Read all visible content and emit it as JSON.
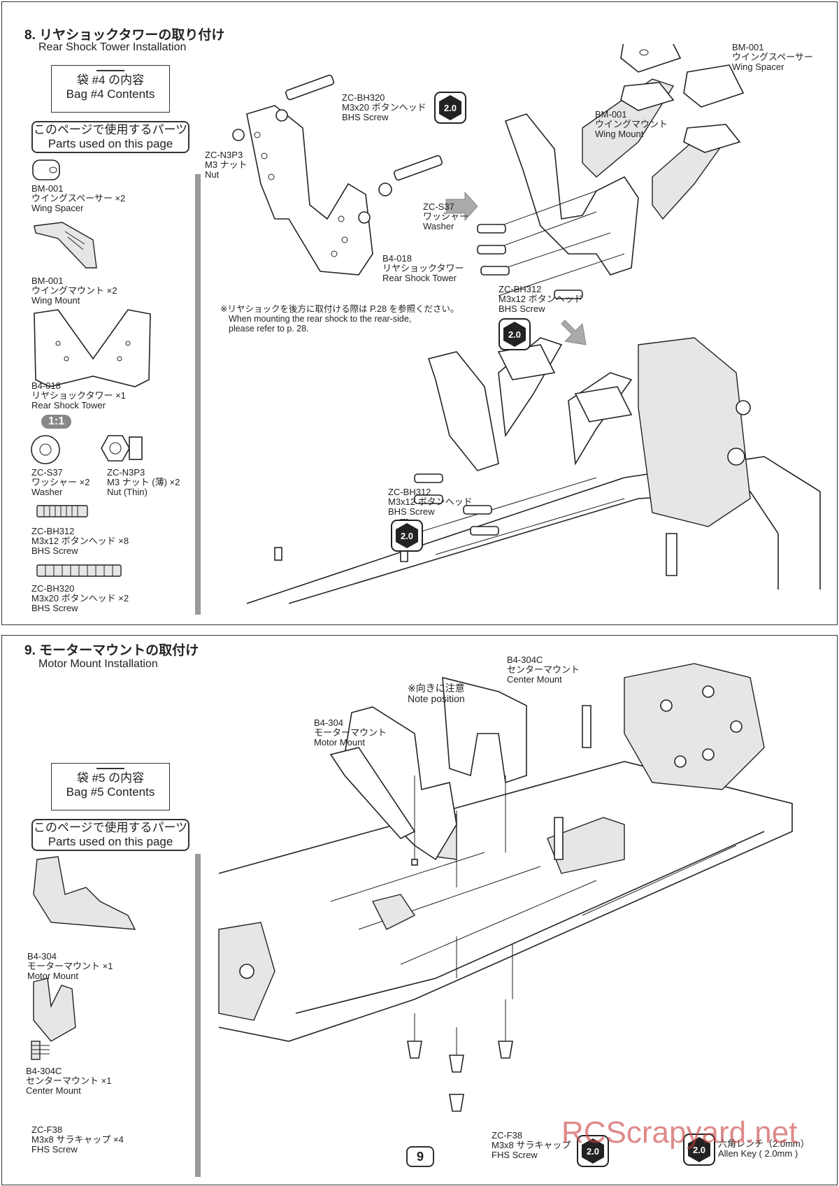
{
  "step8": {
    "title": "8. リヤショックタワーの取り付け",
    "subtitle": "Rear Shock Tower Installation",
    "bag_title": "袋 #4 の内容",
    "bag_en": "Bag #4 Contents",
    "used_jp": "このページで使用するパーツ",
    "used_en": "Parts used on this page",
    "parts": [
      {
        "code": "BM-001",
        "jp": "ウイングスペーサー ×2",
        "en": "Wing Spacer"
      },
      {
        "code": "BM-001",
        "jp": "ウイングマウント ×2",
        "en": "Wing Mount"
      },
      {
        "code": "B4-018",
        "jp": "リヤショックタワー ×1",
        "en": "Rear Shock Tower"
      },
      {
        "code": "ZC-S37",
        "jp": "ワッシャー ×2",
        "en": "Washer"
      },
      {
        "code": "ZC-N3P3",
        "jp": "M3 ナット (薄) ×2",
        "en": "Nut (Thin)"
      },
      {
        "code": "ZC-BH312",
        "jp": "M3x12 ボタンヘッド ×8",
        "en": "BHS Screw"
      },
      {
        "code": "ZC-BH320",
        "jp": "M3x20 ボタンヘッド ×2",
        "en": "BHS Screw"
      }
    ],
    "scale": "1:1",
    "callouts": {
      "bh320": {
        "code": "ZC-BH320",
        "jp": "M3x20 ボタンヘッド",
        "en": "BHS Screw"
      },
      "n3p3": {
        "code": "ZC-N3P3",
        "jp": "M3 ナット",
        "en": "Nut"
      },
      "s37": {
        "code": "ZC-S37",
        "jp": "ワッシャー",
        "en": "Washer"
      },
      "b4018": {
        "code": "B4-018",
        "jp": "リヤショックタワー",
        "en": "Rear Shock Tower"
      },
      "spacer": {
        "code": "BM-001",
        "jp": "ウイングスペーサー",
        "en": "Wing Spacer"
      },
      "mount": {
        "code": "BM-001",
        "jp": "ウイングマウント",
        "en": "Wing Mount"
      },
      "bh312a": {
        "code": "ZC-BH312",
        "jp": "M3x12 ボタンヘッド",
        "en": "BHS Screw"
      },
      "bh312b": {
        "code": "ZC-BH312",
        "jp": "M3x12 ボタンヘッド",
        "en": "BHS Screw"
      }
    },
    "note_jp": "※リヤショックを後方に取付ける際は P.28 を参照ください。",
    "note_en1": "When mounting the rear shock to the rear-side,",
    "note_en2": "please refer to p. 28.",
    "tool": "2.0"
  },
  "step9": {
    "title": "9. モーターマウントの取付け",
    "subtitle": "Motor Mount Installation",
    "bag_title": "袋 #5 の内容",
    "bag_en": "Bag #5 Contents",
    "used_jp": "このページで使用するパーツ",
    "used_en": "Parts used on this page",
    "parts": [
      {
        "code": "B4-304",
        "jp": "モーターマウント ×1",
        "en": "Motor Mount"
      },
      {
        "code": "B4-304C",
        "jp": "センターマウント ×1",
        "en": "Center Mount"
      },
      {
        "code": "ZC-F38",
        "jp": "M3x8 サラキャップ ×4",
        "en": "FHS Screw"
      }
    ],
    "callouts": {
      "b4304c": {
        "code": "B4-304C",
        "jp": "センターマウント",
        "en": "Center Mount"
      },
      "b4304": {
        "code": "B4-304",
        "jp": "モーターマウント",
        "en": "Motor Mount"
      },
      "note_jp": "※向きに注意",
      "note_en": "Note position",
      "f38": {
        "code": "ZC-F38",
        "jp": "M3x8 サラキャップ",
        "en": "FHS Screw"
      },
      "allen_jp": "六角レンチ（2.0mm）",
      "allen_en": "Allen Key ( 2.0mm )"
    },
    "tool": "2.0"
  },
  "page_number": "9",
  "watermark": "RCScrapyard.net"
}
